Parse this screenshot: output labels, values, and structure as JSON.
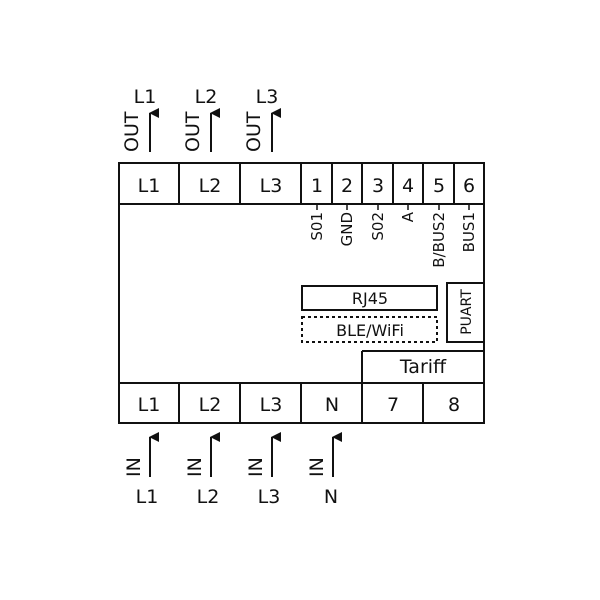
{
  "outputs": [
    {
      "phase": "L1",
      "tag": "OUT"
    },
    {
      "phase": "L2",
      "tag": "OUT"
    },
    {
      "phase": "L3",
      "tag": "OUT"
    }
  ],
  "inputs": [
    {
      "phase": "L1",
      "tag": "IN"
    },
    {
      "phase": "L2",
      "tag": "IN"
    },
    {
      "phase": "L3",
      "tag": "IN"
    },
    {
      "phase": "N",
      "tag": "IN"
    }
  ],
  "top_terminals": [
    "L1",
    "L2",
    "L3",
    "1",
    "2",
    "3",
    "4",
    "5",
    "6"
  ],
  "signals": [
    "S01",
    "GND",
    "S02",
    "A",
    "B/BUS2",
    "BUS1"
  ],
  "bottom_terminals": [
    "L1",
    "L2",
    "L3",
    "N",
    "7",
    "8"
  ],
  "modules": {
    "rj45": "RJ45",
    "ble_wifi": "BLE/WiFi",
    "puart": "PUART",
    "tariff": "Tariff"
  }
}
